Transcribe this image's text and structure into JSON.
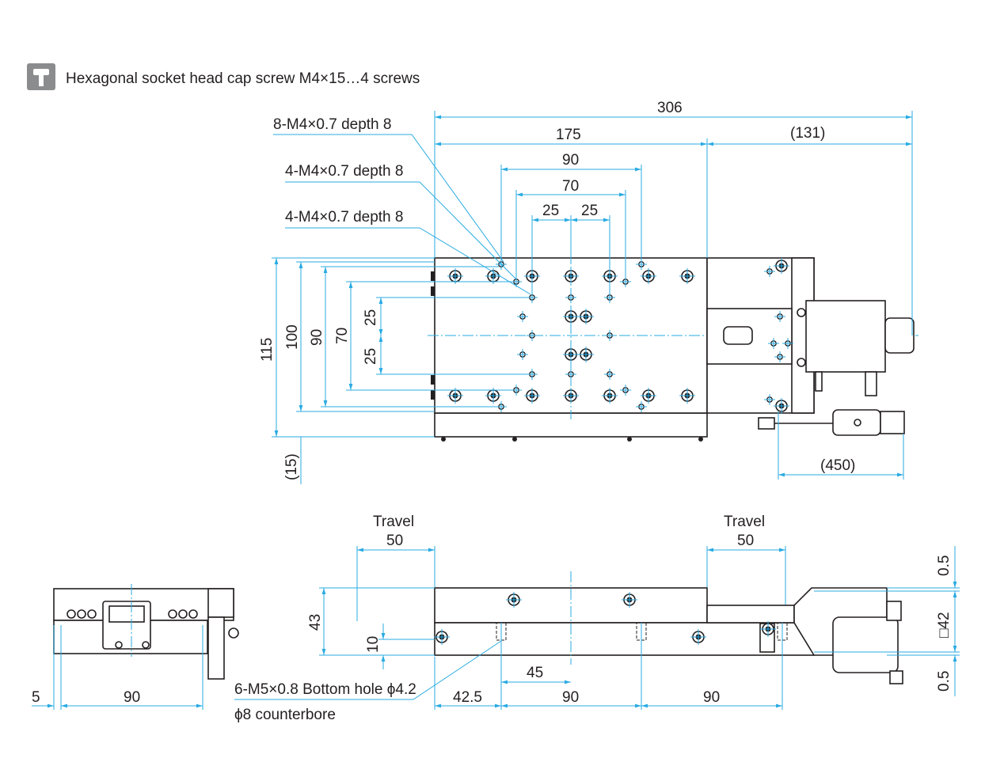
{
  "header": {
    "icon": "cap-screw-icon",
    "text": "Hexagonal socket head cap screw M4×15…4 screws"
  },
  "top_view": {
    "callouts": [
      "8-M4×0.7 depth 8",
      "4-M4×0.7 depth 8",
      "4-M4×0.7 depth 8"
    ],
    "dims_horizontal": {
      "overall": "306",
      "stage": "175",
      "motor": "(131)",
      "holes_90": "90",
      "holes_70": "70",
      "holes_25_left": "25",
      "holes_25_right": "25",
      "cable": "(450)"
    },
    "dims_vertical": {
      "overall": "115",
      "width_100": "100",
      "holes_90": "90",
      "holes_70": "70",
      "holes_25_top": "25",
      "holes_25_bottom": "25",
      "cable_offset": "(15)"
    }
  },
  "front_view": {
    "dims": {
      "offset": "5",
      "width": "90"
    }
  },
  "side_view": {
    "travel_left": {
      "label": "Travel",
      "value": "50"
    },
    "travel_right": {
      "label": "Travel",
      "value": "50"
    },
    "dims": {
      "height": "43",
      "base_height": "10",
      "first_hole": "42.5",
      "pitch_1": "90",
      "pitch_2": "90",
      "spacing_45": "45",
      "flange_top": "0.5",
      "flange_bottom": "0.5",
      "motor_square": "□42"
    },
    "bottom_hole_note_1": "6-M5×0.8 Bottom hole ϕ4.2",
    "bottom_hole_note_2": "ϕ8 counterbore"
  }
}
